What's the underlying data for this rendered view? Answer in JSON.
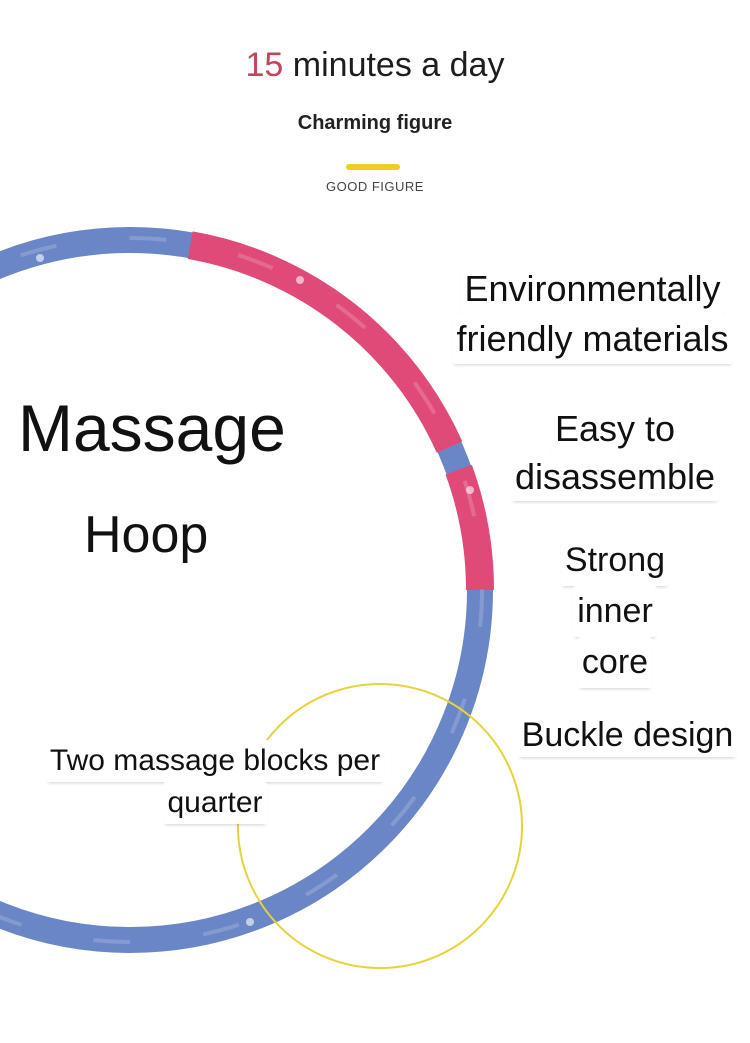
{
  "header": {
    "title_number": "15",
    "title_text": " minutes a day",
    "subtitle": "Charming figure",
    "tag": "GOOD FIGURE"
  },
  "product": {
    "title": "Massage",
    "subtitle": "Hoop"
  },
  "features": {
    "eco": [
      "Environmentally",
      "friendly materials"
    ],
    "disassemble": [
      "Easy to",
      "disassemble"
    ],
    "core": [
      "Strong",
      "inner",
      "core"
    ],
    "buckle": [
      "Buckle design"
    ],
    "blocks": [
      "Two massage blocks per",
      "quarter"
    ]
  },
  "colors": {
    "accent_number": "#c4455a",
    "accent_bar": "#f2cc1e",
    "hoop_blue": "#6b86c6",
    "hoop_pink": "#e04a78",
    "highlight_circle": "#e8d23a"
  }
}
